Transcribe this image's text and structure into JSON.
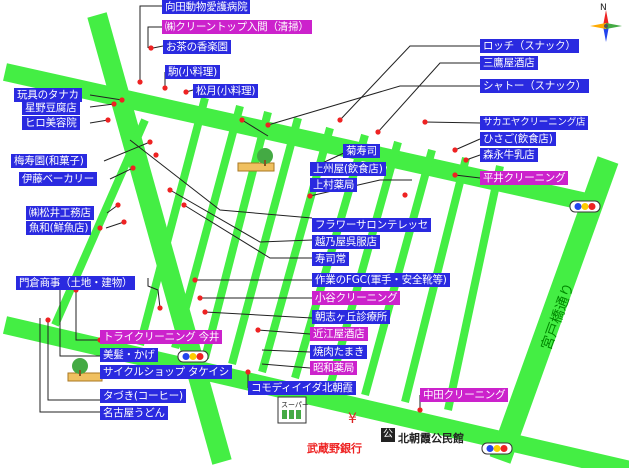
{
  "map": {
    "compass": "N",
    "roads": {
      "miyado_dori": "宮戸橋通り"
    },
    "landmarks": {
      "super": "スーパー",
      "bank": "武蔵野銀行",
      "bank_symbol": "¥",
      "hall": "北朝霞公民館",
      "hall_symbol": "公"
    },
    "labels": [
      "向田動物愛護病院",
      "㈱クリーントップ入間（清掃）",
      "お茶の香楽園",
      "駒(小料理)",
      "松月(小料理)",
      "玩具のタナカ",
      "星野豆腐店",
      "ヒロ美容院",
      "梅寿園(和菓子)",
      "伊藤ベーカリー",
      "㈱松井工務店",
      "魚和(鮮魚店)",
      "門倉商事（土地・建物）",
      "トライクリーニング 今井",
      "美髪・かげ",
      "サイクルショップ タケイシ",
      "タづき(コーヒー)",
      "名古屋うどん",
      "ロッチ（スナック）",
      "三鷹屋酒店",
      "シャトー（スナック）",
      "サカエヤクリーニング店",
      "ひさご(飲食店)",
      "森永牛乳店",
      "平井クリーニング",
      "菊寿司",
      "上州屋(飲食店)",
      "上村薬局",
      "フラワーサロンテレッセ",
      "越乃屋呉服店",
      "寿司常",
      "作業のFGC(軍手・安全靴等)",
      "小谷クリーニング",
      "朝志ヶ丘診療所",
      "近江屋酒店",
      "焼肉たまき",
      "昭和薬局",
      "コモディイイダ北朝霞",
      "中田クリーニング"
    ]
  }
}
